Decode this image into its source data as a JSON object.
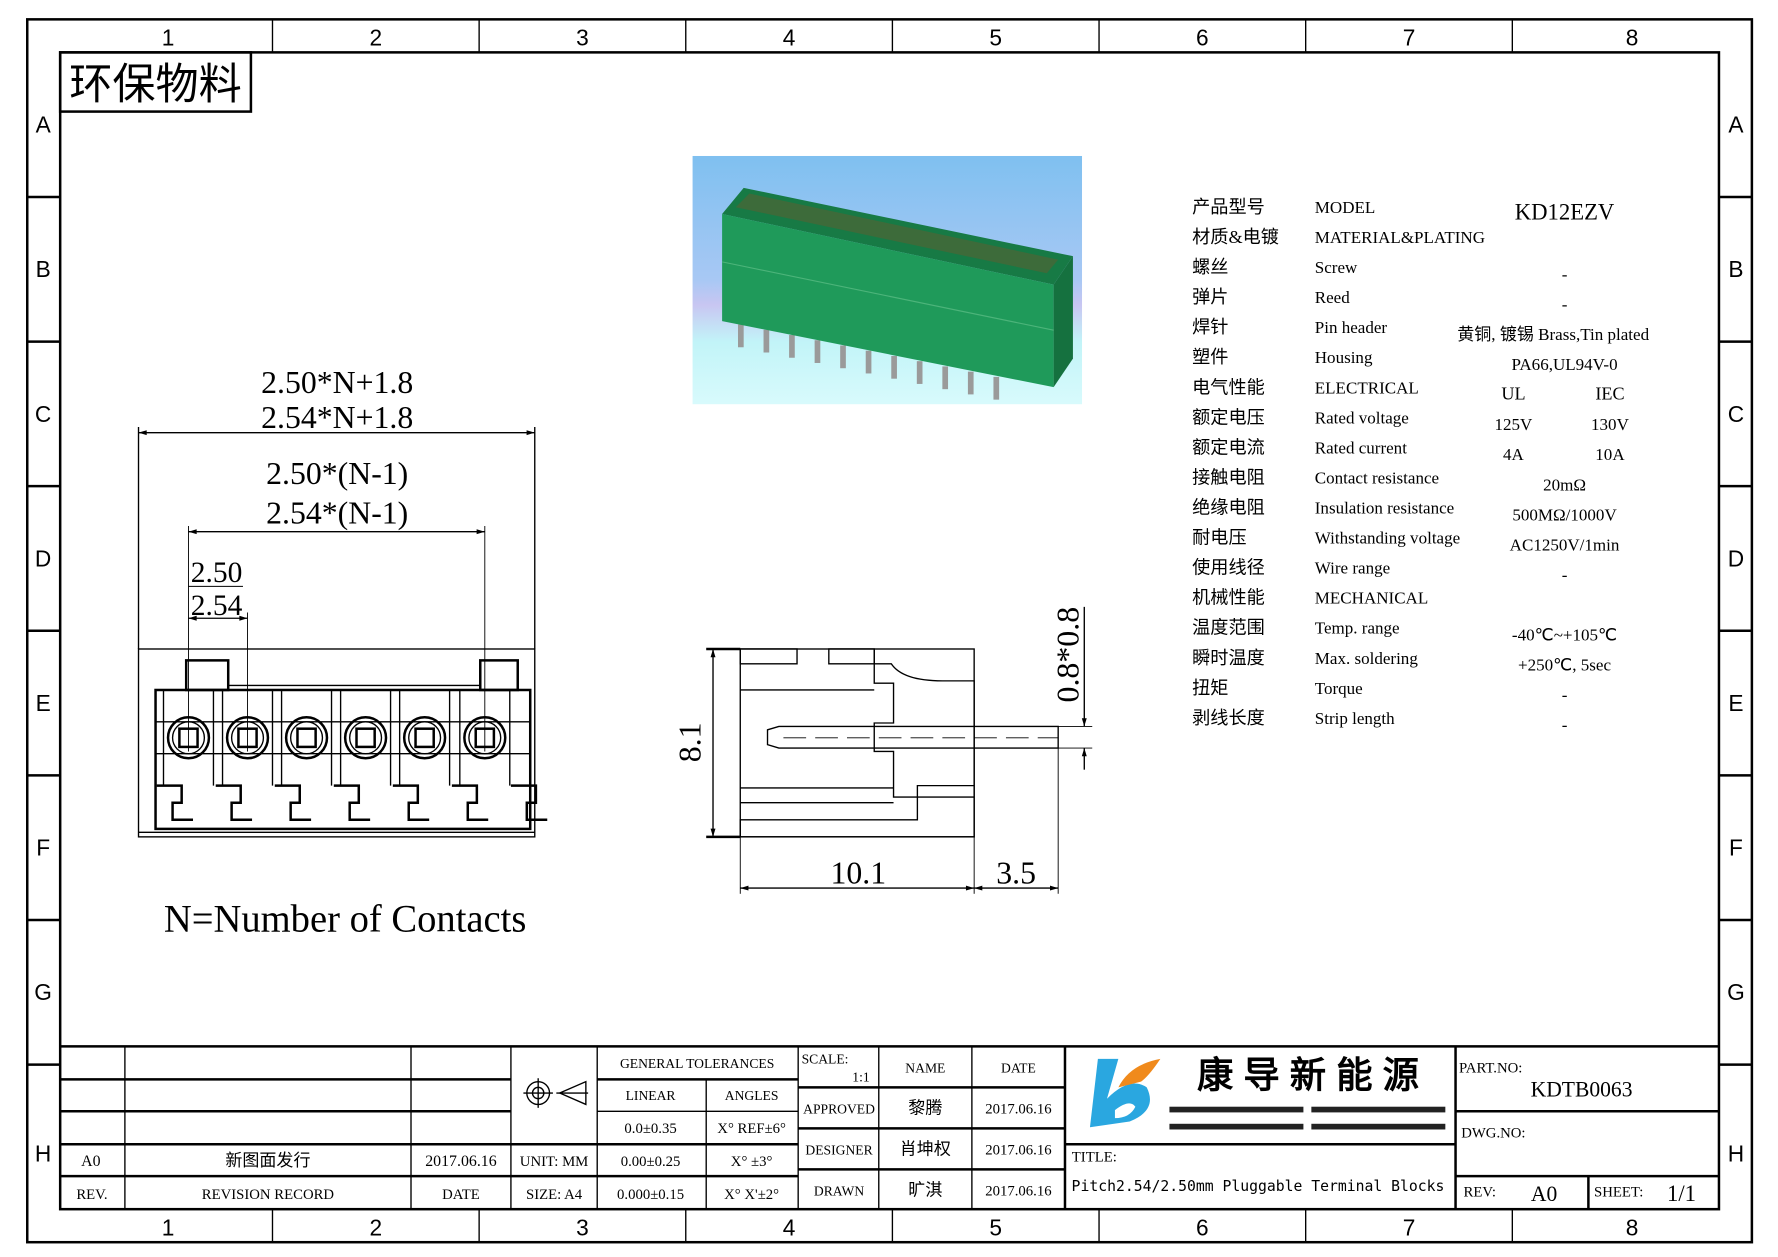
{
  "frame": {
    "col_labels": [
      "1",
      "2",
      "3",
      "4",
      "5",
      "6",
      "7",
      "8"
    ],
    "row_labels": [
      "A",
      "B",
      "C",
      "D",
      "E",
      "F",
      "G",
      "H"
    ]
  },
  "stamp": "环保物料",
  "front_view": {
    "dim_total_250": "2.50*N+1.8",
    "dim_total_254": "2.54*N+1.8",
    "dim_span_250": "2.50*(N-1)",
    "dim_span_254": "2.54*(N-1)",
    "dim_pitch_250": "2.50",
    "dim_pitch_254": "2.54",
    "note": "N=Number of Contacts"
  },
  "side_view": {
    "height": "8.1",
    "depth": "10.1",
    "pin_length": "3.5",
    "pin_section": "0.8*0.8"
  },
  "specs": {
    "model_value": "KD12EZV",
    "ul_label": "UL",
    "iec_label": "IEC",
    "rows": [
      {
        "cn": "产品型号",
        "en": "MODEL",
        "value": ""
      },
      {
        "cn": "材质&电镀",
        "en": "MATERIAL&PLATING",
        "value": ""
      },
      {
        "cn": "螺丝",
        "en": "Screw",
        "value": "-"
      },
      {
        "cn": "弹片",
        "en": "Reed",
        "value": "-"
      },
      {
        "cn": "焊针",
        "en": "Pin header",
        "value": "黄铜, 镀锡 Brass,Tin plated"
      },
      {
        "cn": "塑件",
        "en": "Housing",
        "value": "PA66,UL94V-0"
      },
      {
        "cn": "电气性能",
        "en": "ELECTRICAL",
        "value": ""
      },
      {
        "cn": "额定电压",
        "en": "Rated voltage",
        "ul": "125V",
        "iec": "130V"
      },
      {
        "cn": "额定电流",
        "en": "Rated current",
        "ul": "4A",
        "iec": "10A"
      },
      {
        "cn": "接触电阻",
        "en": "Contact resistance",
        "value": "20mΩ"
      },
      {
        "cn": "绝缘电阻",
        "en": "Insulation resistance",
        "value": "500MΩ/1000V"
      },
      {
        "cn": "耐电压",
        "en": "Withstanding voltage",
        "value": "AC1250V/1min"
      },
      {
        "cn": "使用线径",
        "en": "Wire range",
        "value": "-"
      },
      {
        "cn": "机械性能",
        "en": "MECHANICAL",
        "value": ""
      },
      {
        "cn": "温度范围",
        "en": "Temp. range",
        "value": "-40℃~+105℃"
      },
      {
        "cn": "瞬时温度",
        "en": "Max. soldering",
        "value": "+250℃, 5sec"
      },
      {
        "cn": "扭矩",
        "en": "Torque",
        "value": "-"
      },
      {
        "cn": "剥线长度",
        "en": "Strip length",
        "value": "-"
      }
    ]
  },
  "title_block": {
    "revision": {
      "rev": "A0",
      "record": "新图面发行",
      "date": "2017.06.16",
      "hdr_rev": "REV.",
      "hdr_record": "REVISION RECORD",
      "hdr_date": "DATE"
    },
    "unit": "UNIT: MM",
    "size": "SIZE: A4",
    "tolerances": {
      "header": "GENERAL TOLERANCES",
      "linear": "LINEAR",
      "angles": "ANGLES",
      "lin": [
        "0.0±0.35",
        "0.00±0.25",
        "0.000±0.15"
      ],
      "ang": [
        "X° REF±6°",
        "X° ±3°",
        "X° X'±2°"
      ]
    },
    "scale_label": "SCALE:",
    "scale_value": "1:1",
    "name_hdr": "NAME",
    "date_hdr": "DATE",
    "approvals": [
      {
        "role": "APPROVED",
        "name": "黎腾",
        "date": "2017.06.16"
      },
      {
        "role": "DESIGNER",
        "name": "肖坤权",
        "date": "2017.06.16"
      },
      {
        "role": "DRAWN",
        "name": "旷淇",
        "date": "2017.06.16"
      }
    ],
    "company": "康 导 新 能 源",
    "title_label": "TITLE:",
    "title": "Pitch2.54/2.50mm Pluggable Terminal Blocks",
    "part_no_label": "PART.NO:",
    "part_no": "KDTB0063",
    "dwg_no_label": "DWG.NO:",
    "rev_label": "REV:",
    "rev": "A0",
    "sheet_label": "SHEET:",
    "sheet": "1/1"
  },
  "colors": {
    "housing_green": "#1f9a5a",
    "logo_blue": "#2aa7e0",
    "logo_orange": "#f08a1c"
  }
}
